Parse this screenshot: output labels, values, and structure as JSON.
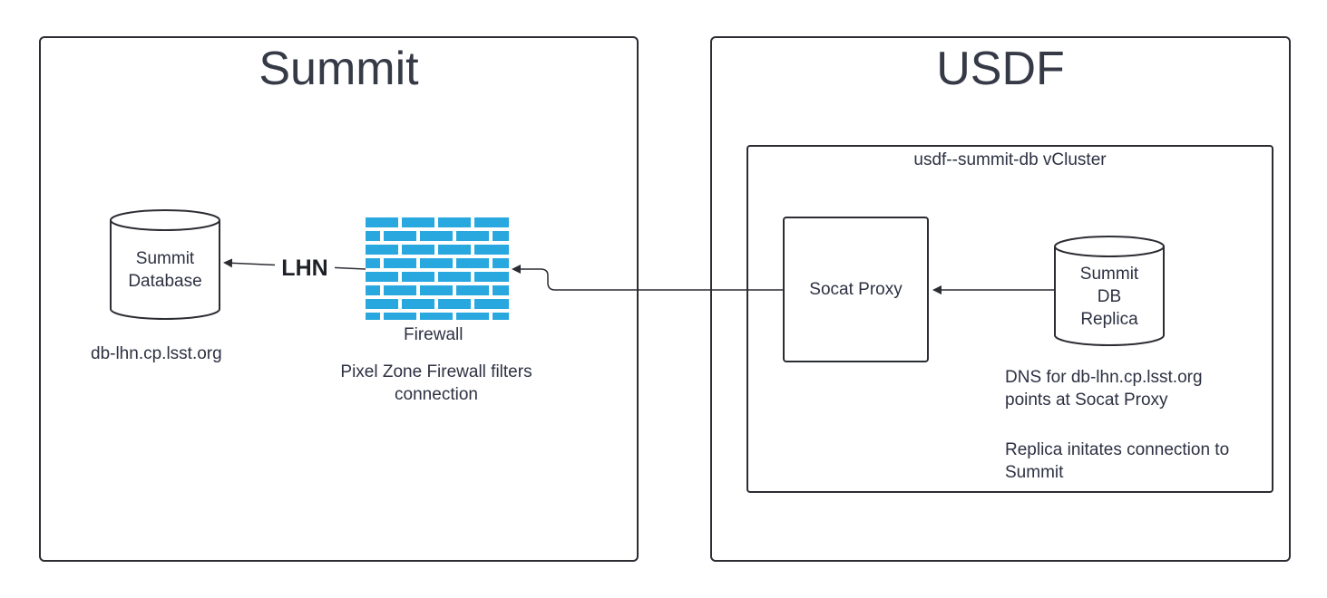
{
  "summit": {
    "title": "Summit",
    "database_line1": "Summit",
    "database_line2": "Database",
    "hostname": "db-lhn.cp.lsst.org",
    "link_label": "LHN",
    "firewall_label": "Firewall",
    "firewall_note_line1": "Pixel Zone Firewall filters",
    "firewall_note_line2": "connection"
  },
  "usdf": {
    "title": "USDF",
    "vcluster_label": "usdf--summit-db vCluster",
    "proxy_label": "Socat Proxy",
    "replica_line1": "Summit",
    "replica_line2": "DB",
    "replica_line3": "Replica",
    "dns_note_line1": "DNS for db-lhn.cp.lsst.org",
    "dns_note_line2": "points at Socat Proxy",
    "replica_note_line1": "Replica initates connection to",
    "replica_note_line2": "Summit"
  },
  "colors": {
    "outline": "#2b2d33",
    "firewall_brick": "#29a8e0",
    "text": "#2d3142"
  },
  "icons": {
    "database": "cylinder",
    "firewall": "brick-wall"
  }
}
